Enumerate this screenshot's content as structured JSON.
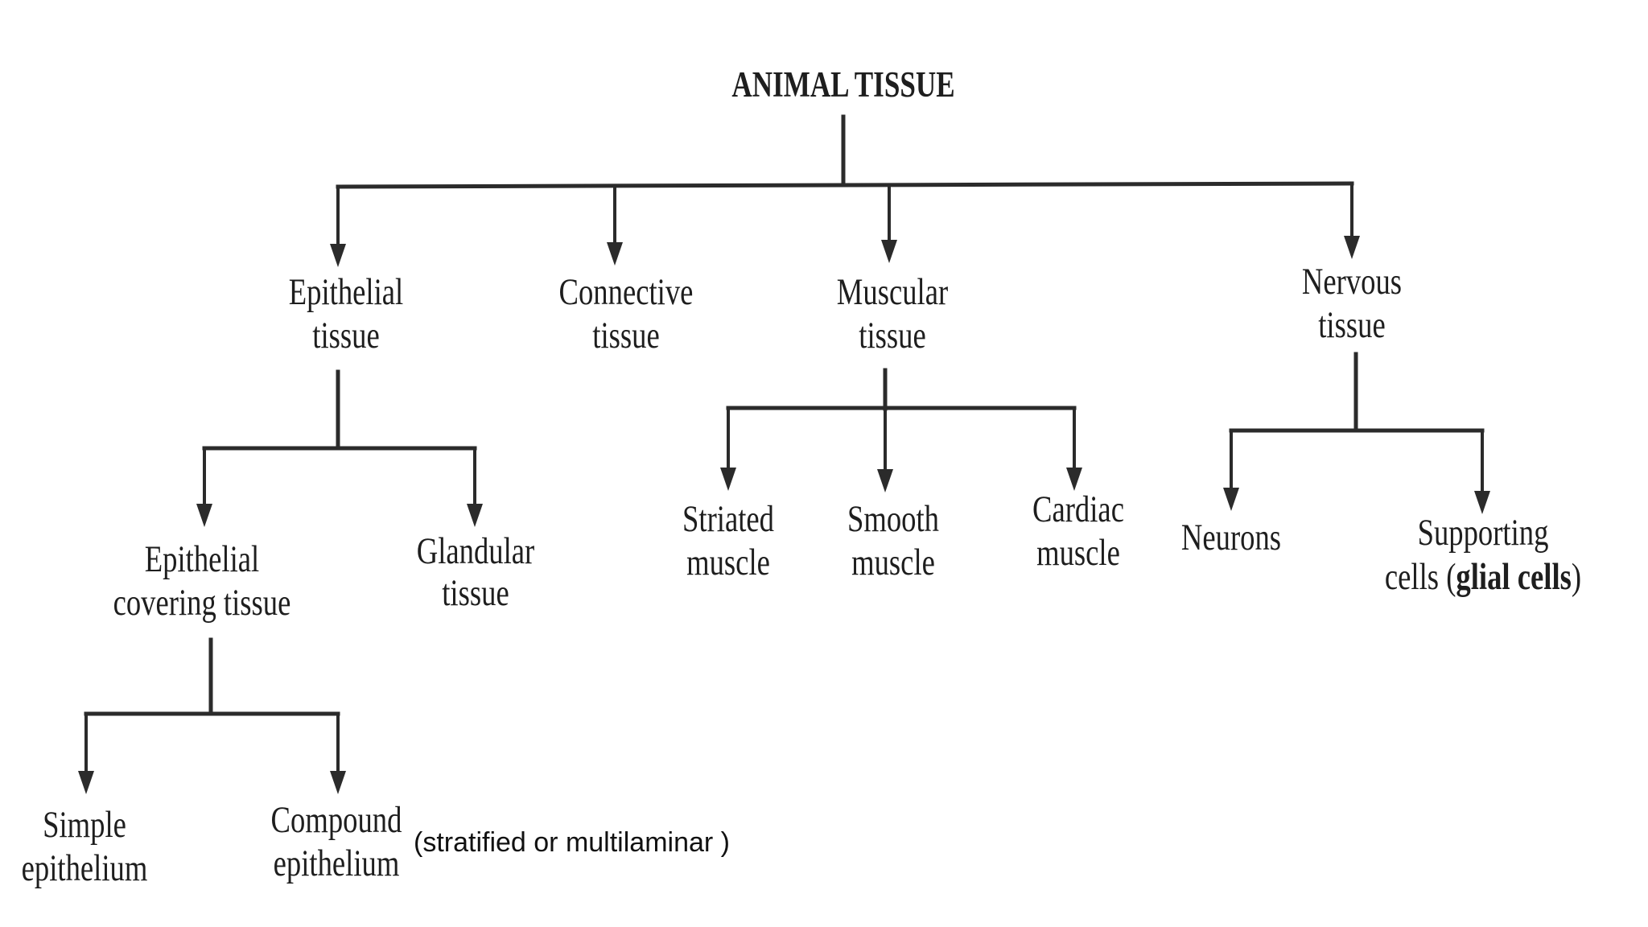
{
  "diagram": {
    "root": "ANIMAL TISSUE",
    "epithelial": {
      "line1": "Epithelial",
      "line2": "tissue"
    },
    "connective": {
      "line1": "Connective",
      "line2": "tissue"
    },
    "muscular": {
      "line1": "Muscular",
      "line2": "tissue"
    },
    "nervous": {
      "line1": "Nervous",
      "line2": "tissue"
    },
    "epithelial_covering": {
      "line1": "Epithelial",
      "line2": "covering tissue"
    },
    "glandular": {
      "line1": "Glandular",
      "line2": "tissue"
    },
    "striated": {
      "line1": "Striated",
      "line2": "muscle"
    },
    "smooth": {
      "line1": "Smooth",
      "line2": "muscle"
    },
    "cardiac": {
      "line1": "Cardiac",
      "line2": "muscle"
    },
    "neurons": "Neurons",
    "supporting": {
      "line1": "Supporting",
      "line2_prefix": "cells (",
      "line2_bold": "glial cells",
      "line2_suffix": ")"
    },
    "simple": {
      "line1": "Simple",
      "line2": "epithelium"
    },
    "compound": {
      "line1": "Compound",
      "line2": "epithelium"
    },
    "compound_note": "(stratified or multilaminar )"
  }
}
